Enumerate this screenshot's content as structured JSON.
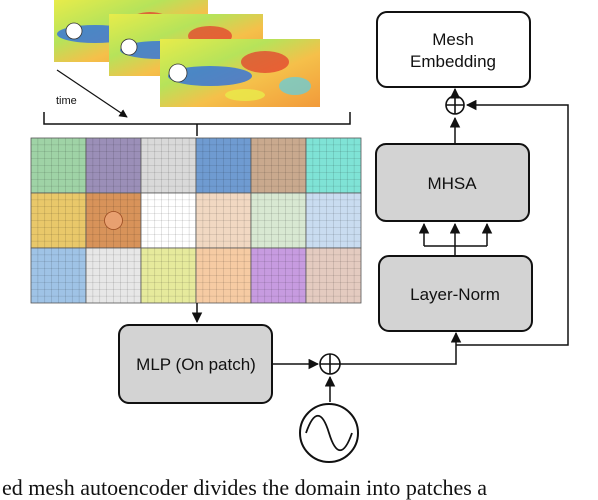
{
  "labels": {
    "time": "time",
    "mesh_embedding_line1": "Mesh",
    "mesh_embedding_line2": "Embedding",
    "mhsa": "MHSA",
    "layer_norm": "Layer-Norm",
    "mlp": "MLP (On patch)"
  },
  "caption_fragment": "ed mesh autoencoder divides the domain into patches a",
  "patch_grid": {
    "rows": 3,
    "cols": 6,
    "colors": [
      [
        "#9fd3a6",
        "#9b8fb8",
        "#d9d9d9",
        "#6f9bd1",
        "#c9a98e",
        "#7fe3d6"
      ],
      [
        "#e9c86a",
        "#d8935a",
        "#ffffff",
        "#f1d8c2",
        "#d8e8d2",
        "#c9dcf0"
      ],
      [
        "#9fc3e6",
        "#e7e7e7",
        "#e6ea9c",
        "#f6cba3",
        "#c79be0",
        "#e4cbc0"
      ]
    ]
  },
  "colors": {
    "box_fill_gray": "#d3d3d3",
    "box_fill_white": "#ffffff",
    "stroke": "#111111"
  }
}
